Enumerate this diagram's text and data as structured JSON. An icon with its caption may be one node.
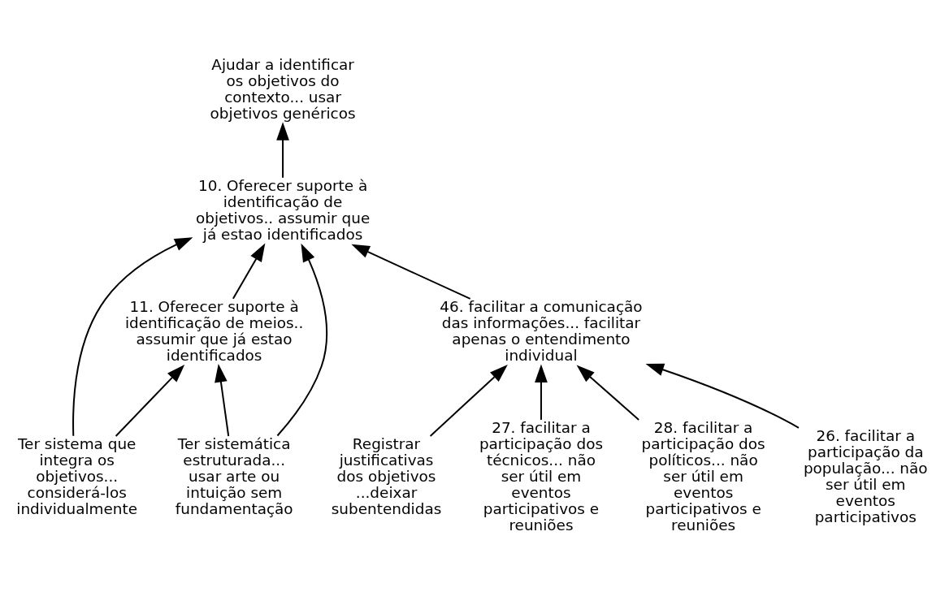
{
  "diagram": {
    "nodes": [
      {
        "text": [
          "Ajudar a identificar os objetivos do contexto... usar objetivos genéricos"
        ]
      },
      {
        "text": [
          "10. Oferecer suporte à identificação de objetivos.. assumir que já estao identificados"
        ]
      },
      {
        "text": [
          "11. Oferecer suporte à identificação de meios.. assumir que já estao identificados"
        ]
      },
      {
        "text": [
          "46. facilitar a comunicação das informações... facilitar apenas o entendimento individual"
        ]
      },
      {
        "text": [
          "Ter sistema que integra os objetivos... considerá-los individualmente"
        ]
      },
      {
        "text": [
          "Ter sistemática estruturada... usar arte ou intuição sem fundamentação"
        ]
      },
      {
        "text": [
          "Registrar justificativas dos objetivos ...deixar subentendidas"
        ]
      },
      {
        "text": [
          "27. facilitar a participação dos técnicos... não  ser útil em eventos participativos e reuniões"
        ]
      },
      {
        "text": [
          "28. facilitar a participação dos políticos... não  ser útil em eventos participativos e reuniões"
        ]
      },
      {
        "text": [
          "26. facilitar a participação da população... não  ser útil em eventos participativos"
        ]
      }
    ],
    "edges": [
      {
        "from": 1,
        "to": 0,
        "arrow": "to"
      },
      {
        "from": 2,
        "to": 1,
        "arrow": "to"
      },
      {
        "from": 4,
        "to": 1,
        "arrow": "to"
      },
      {
        "from": 5,
        "to": 1,
        "arrow": "to"
      },
      {
        "from": 3,
        "to": 1,
        "arrow": "to"
      },
      {
        "from": 4,
        "to": 2,
        "arrow": "to"
      },
      {
        "from": 5,
        "to": 2,
        "arrow": "to"
      },
      {
        "from": 6,
        "to": 3,
        "arrow": "to"
      },
      {
        "from": 7,
        "to": 3,
        "arrow": "to"
      },
      {
        "from": 8,
        "to": 3,
        "arrow": "to"
      },
      {
        "from": 9,
        "to": 3,
        "arrow": "to"
      }
    ]
  }
}
